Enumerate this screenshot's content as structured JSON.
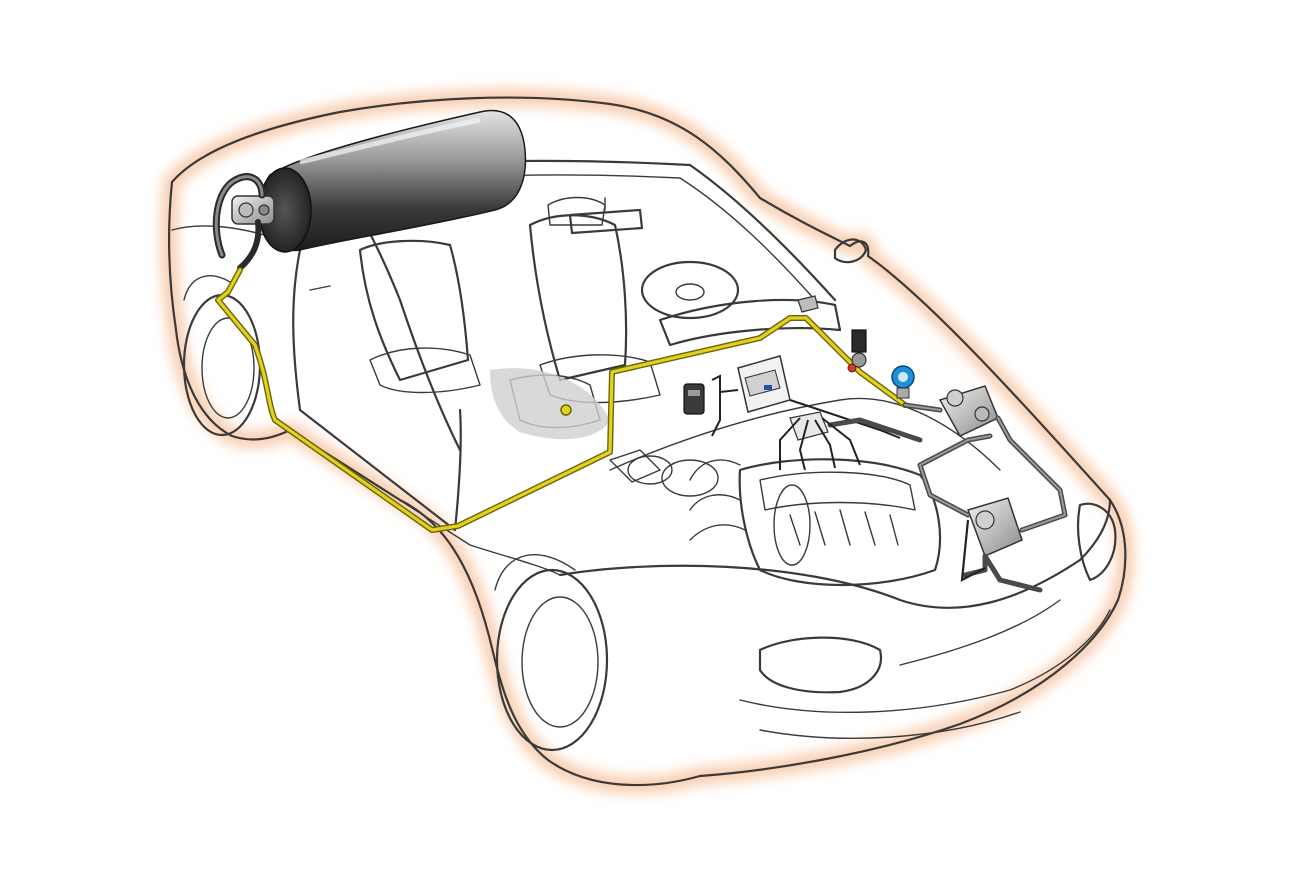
{
  "colors": {
    "background": "#ffffff",
    "outline": "#3a3a3a",
    "glow": "#f4a772",
    "fuel_line": "#d4c21a",
    "fuel_line_edge": "#6e6410",
    "hose": "#5a5a5a",
    "tank_dark": "#2a2a2a",
    "tank_light": "#d8d8d8",
    "gauge_blue": "#1f8fd6",
    "valve_red": "#d23a2a"
  },
  "components": {
    "tank": "gas-cylinder",
    "tank_valve": "multivalve",
    "fuel_line": "high-pressure-line",
    "filler_valve": "filler-valve",
    "pressure_gauge": "pressure-gauge",
    "reducer": "pressure-reducer",
    "ecu": "control-unit",
    "injectors": "injector-rail",
    "switch": "fuel-switch"
  }
}
